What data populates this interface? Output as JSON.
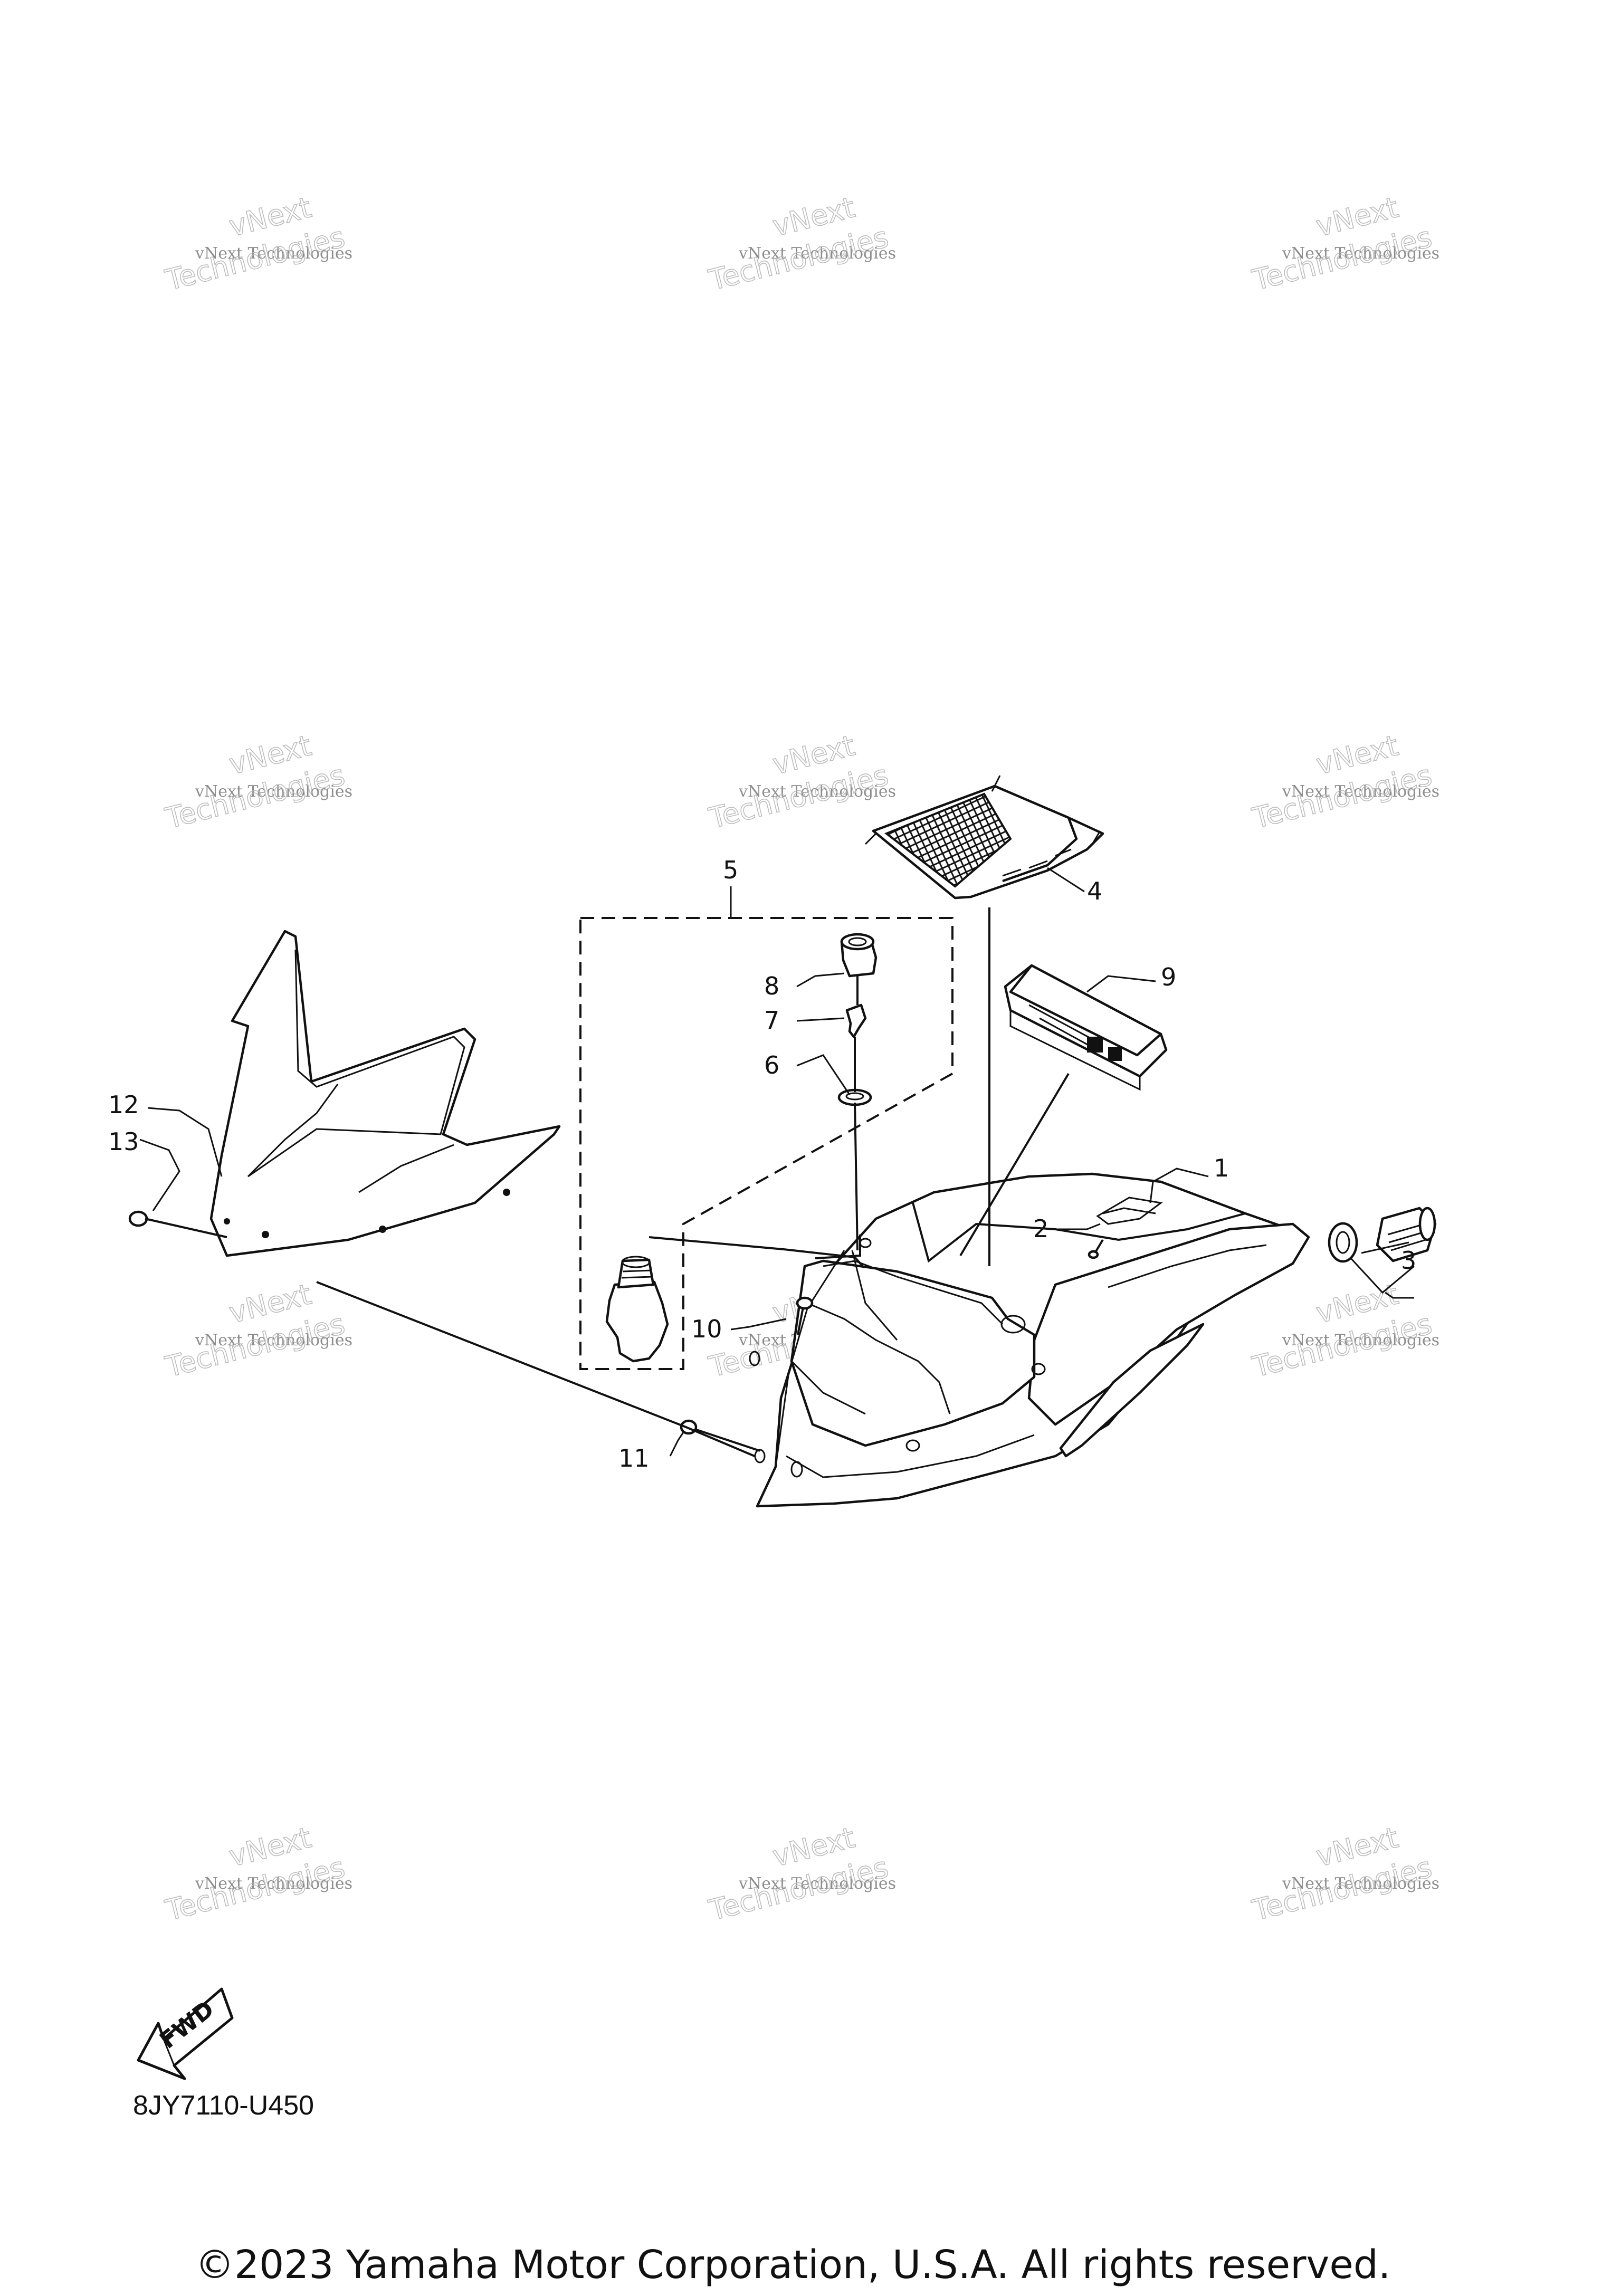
{
  "watermark": {
    "line1": "vNext Technologies",
    "line2": "vNext",
    "line3": "Technologies"
  },
  "callouts": {
    "c1": "1",
    "c2": "2",
    "c3": "3",
    "c4": "4",
    "c5": "5",
    "c6": "6",
    "c7": "7",
    "c8": "8",
    "c9": "9",
    "c10": "10",
    "c11": "11",
    "c12": "12",
    "c13": "13"
  },
  "fwd_label": "FWD",
  "diagram_code": "8JY7110-U450",
  "copyright": "©2023 Yamaha Motor Corporation, U.S.A. All rights reserved.",
  "icons": {
    "fwd": "fwd-arrow-icon"
  }
}
